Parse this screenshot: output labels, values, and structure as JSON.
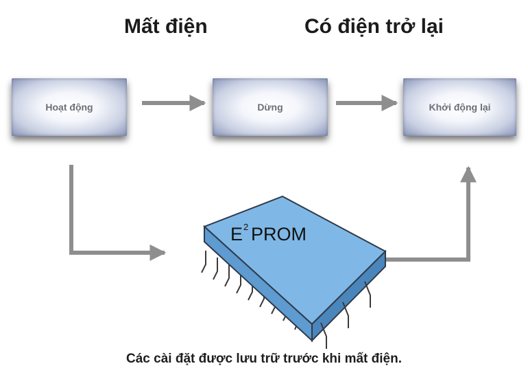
{
  "headings": {
    "power_loss": "Mất điện",
    "power_restored": "Có điện trở lại"
  },
  "boxes": {
    "running": "Hoạt động",
    "stopped": "Dừng",
    "restart": "Khởi động lại"
  },
  "chip": {
    "label_prefix": "E",
    "label_superscript": "2",
    "label_suffix": "PROM"
  },
  "caption": "Các cài đặt được lưu trữ trước khi mất điện.",
  "colors": {
    "arrow": "#8e8e8e",
    "chip_top": "#7fb8e6",
    "chip_side": "#5d9bd0"
  }
}
